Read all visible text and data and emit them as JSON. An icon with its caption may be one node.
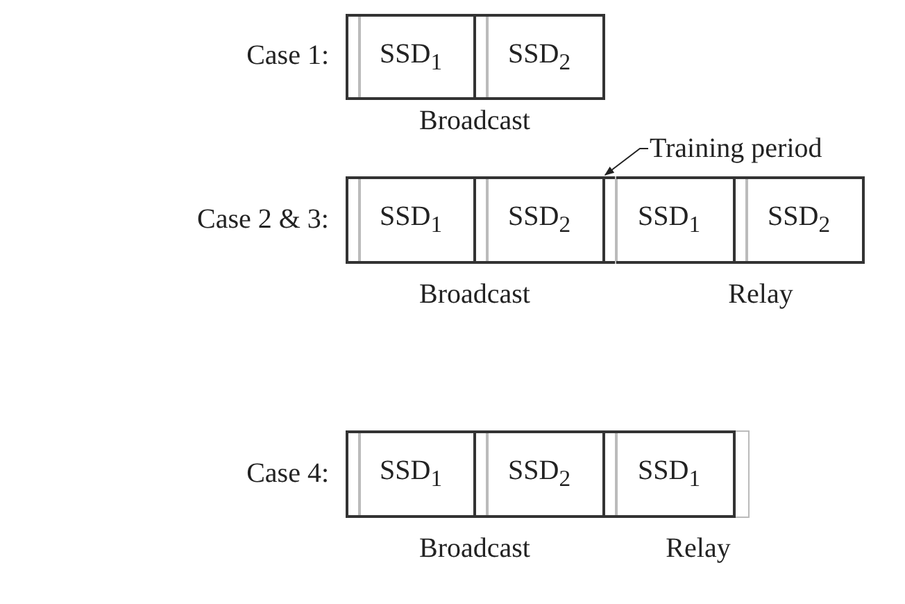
{
  "diagram": {
    "nodes": [
      {
        "text": [
          "SSD$_{1}$"
        ]
      },
      {
        "text": [
          "SSD$_{2}$"
        ]
      },
      {
        "text": [
          "Training period"
        ]
      },
      {
        "text": [
          "SSD$_{1}$"
        ]
      },
      {
        "text": [
          "SSD$_{2}$"
        ]
      },
      {
        "text": [
          "SSD$_{1}$"
        ]
      },
      {
        "text": [],
        "shape": "bar",
        "in": 5
      },
      {
        "text": [
          "SSD$_{2}$"
        ]
      },
      {
        "text": [
          "SSD$_{1}$"
        ]
      },
      {
        "text": [
          "SSD$_{2}$"
        ]
      },
      {
        "text": [
          "SSD$_{1}$"
        ]
      }
    ],
    "edges": [
      {
        "from": 2,
        "to": 6,
        "arrow": "to"
      }
    ],
    "labels": [
      "Case 1:",
      "Broadcast",
      "Case 2 & 3:",
      "Broadcast",
      "Relay",
      "Case 4:",
      "Broadcast",
      "Relay"
    ]
  }
}
